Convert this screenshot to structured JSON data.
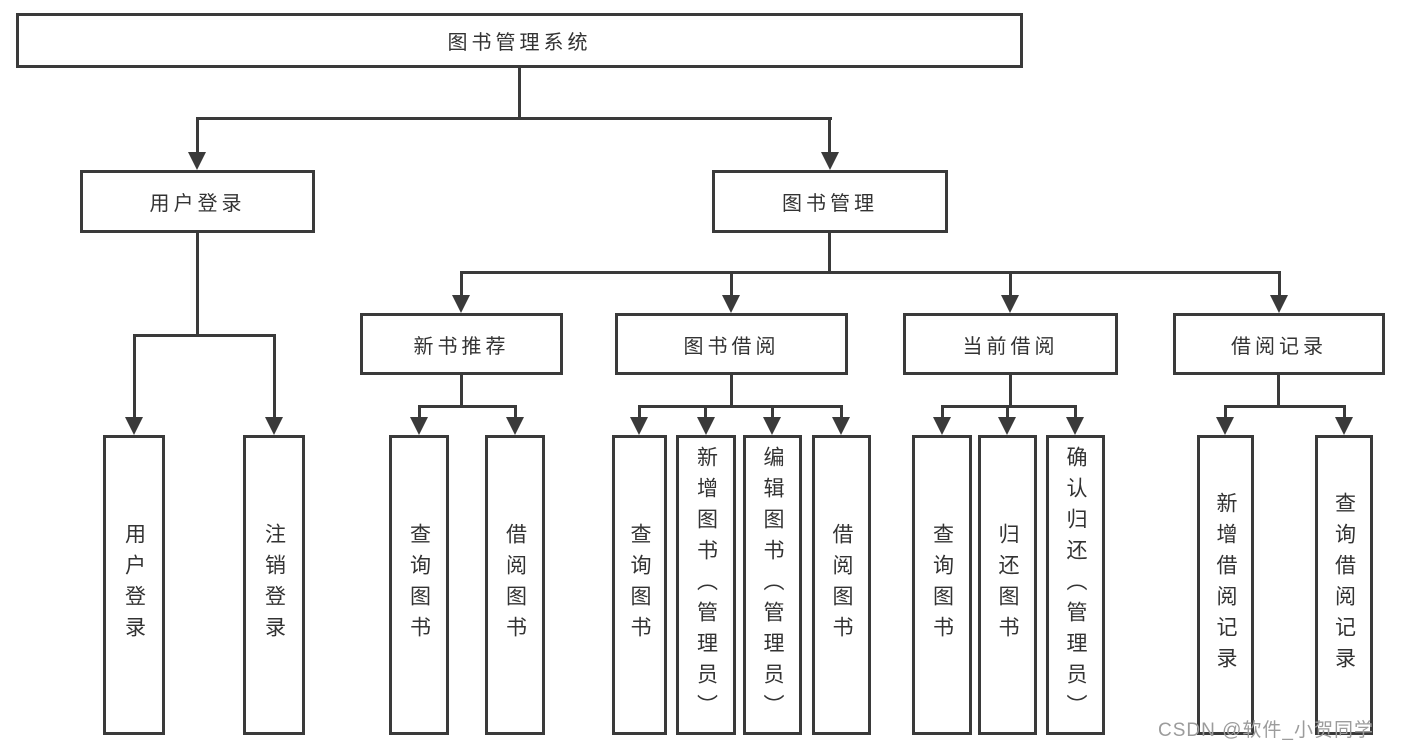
{
  "colors": {
    "line": "#3a3a3a",
    "text": "#333333",
    "watermark": "#9c9c9c",
    "background": "#ffffff"
  },
  "tree": {
    "label": "图书管理系统",
    "children": [
      {
        "label": "用户登录",
        "children": [
          {
            "label": "用户登录"
          },
          {
            "label": "注销登录"
          }
        ]
      },
      {
        "label": "图书管理",
        "children": [
          {
            "label": "新书推荐",
            "children": [
              {
                "label": "查询图书"
              },
              {
                "label": "借阅图书"
              }
            ]
          },
          {
            "label": "图书借阅",
            "children": [
              {
                "label": "查询图书"
              },
              {
                "label": "新增图书（管理员）"
              },
              {
                "label": "编辑图书（管理员）"
              },
              {
                "label": "借阅图书"
              }
            ]
          },
          {
            "label": "当前借阅",
            "children": [
              {
                "label": "查询图书"
              },
              {
                "label": "归还图书"
              },
              {
                "label": "确认归还（管理员）"
              }
            ]
          },
          {
            "label": "借阅记录",
            "children": [
              {
                "label": "新增借阅记录"
              },
              {
                "label": "查询借阅记录"
              }
            ]
          }
        ]
      }
    ]
  },
  "watermark": "CSDN @软件_小贺同学"
}
